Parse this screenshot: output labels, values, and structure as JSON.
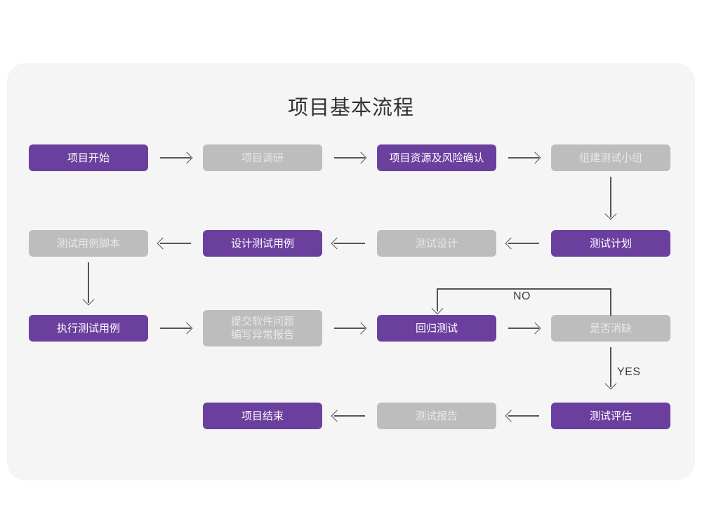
{
  "diagram": {
    "title": "项目基本流程",
    "type": "flowchart",
    "colors": {
      "accent_purple": "#6B3F9E",
      "muted_gray": "#BDBDBD",
      "panel_background": "#F5F5F5",
      "page_background": "#FFFFFF",
      "connector": "#555555",
      "title_text": "#333333",
      "purple_text": "#FFFFFF",
      "gray_text": "#E8E8E8"
    },
    "nodes": [
      {
        "id": "n1",
        "label": "项目开始",
        "style": "purple",
        "row": 1,
        "col": 1
      },
      {
        "id": "n2",
        "label": "项目调研",
        "style": "gray",
        "row": 1,
        "col": 2
      },
      {
        "id": "n3",
        "label": "项目资源及风险确认",
        "style": "purple",
        "row": 1,
        "col": 3
      },
      {
        "id": "n4",
        "label": "组建测试小组",
        "style": "gray",
        "row": 1,
        "col": 4
      },
      {
        "id": "n5",
        "label": "测试用例脚本",
        "style": "gray",
        "row": 2,
        "col": 1
      },
      {
        "id": "n6",
        "label": "设计测试用例",
        "style": "purple",
        "row": 2,
        "col": 2
      },
      {
        "id": "n7",
        "label": "测试设计",
        "style": "gray",
        "row": 2,
        "col": 3
      },
      {
        "id": "n8",
        "label": "测试计划",
        "style": "purple",
        "row": 2,
        "col": 4
      },
      {
        "id": "n9",
        "label": "执行测试用例",
        "style": "purple",
        "row": 3,
        "col": 1
      },
      {
        "id": "n10",
        "label": "提交软件问题\n编写异常报告",
        "style": "gray",
        "row": 3,
        "col": 2
      },
      {
        "id": "n11",
        "label": "回归测试",
        "style": "purple",
        "row": 3,
        "col": 3
      },
      {
        "id": "n12",
        "label": "是否消缺",
        "style": "gray",
        "row": 3,
        "col": 4
      },
      {
        "id": "n13",
        "label": "项目结束",
        "style": "purple",
        "row": 4,
        "col": 2
      },
      {
        "id": "n14",
        "label": "测试报告",
        "style": "gray",
        "row": 4,
        "col": 3
      },
      {
        "id": "n15",
        "label": "测试评估",
        "style": "purple",
        "row": 4,
        "col": 4
      }
    ],
    "edges": [
      {
        "from": "n1",
        "to": "n2",
        "direction": "right",
        "label": ""
      },
      {
        "from": "n2",
        "to": "n3",
        "direction": "right",
        "label": ""
      },
      {
        "from": "n3",
        "to": "n4",
        "direction": "right",
        "label": ""
      },
      {
        "from": "n4",
        "to": "n8",
        "direction": "down",
        "label": ""
      },
      {
        "from": "n8",
        "to": "n7",
        "direction": "left",
        "label": ""
      },
      {
        "from": "n7",
        "to": "n6",
        "direction": "left",
        "label": ""
      },
      {
        "from": "n6",
        "to": "n5",
        "direction": "left",
        "label": ""
      },
      {
        "from": "n5",
        "to": "n9",
        "direction": "down",
        "label": ""
      },
      {
        "from": "n9",
        "to": "n10",
        "direction": "right",
        "label": ""
      },
      {
        "from": "n10",
        "to": "n11",
        "direction": "right",
        "label": ""
      },
      {
        "from": "n11",
        "to": "n12",
        "direction": "right",
        "label": ""
      },
      {
        "from": "n12",
        "to": "n11",
        "direction": "loop-back-up",
        "label": "NO"
      },
      {
        "from": "n12",
        "to": "n15",
        "direction": "down",
        "label": "YES"
      },
      {
        "from": "n15",
        "to": "n14",
        "direction": "left",
        "label": ""
      },
      {
        "from": "n14",
        "to": "n13",
        "direction": "left",
        "label": ""
      }
    ],
    "edge_labels": {
      "no": "NO",
      "yes": "YES"
    }
  }
}
